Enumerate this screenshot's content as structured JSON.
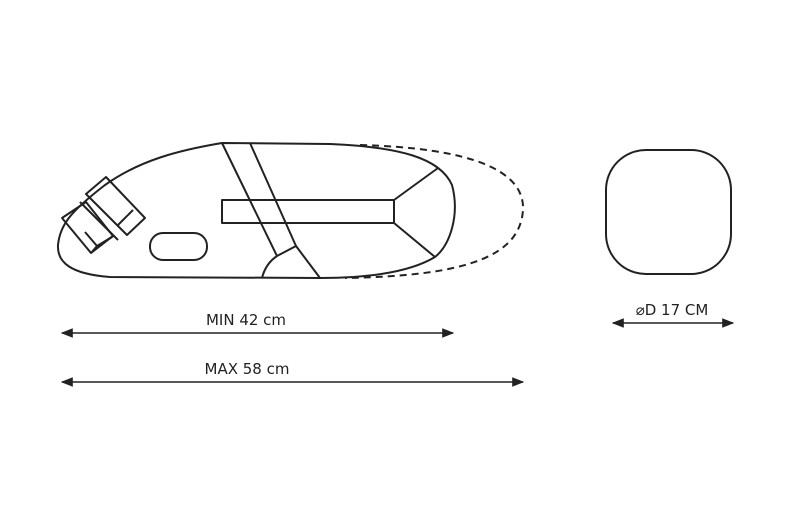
{
  "labels": {
    "min_length": "MIN 42 cm",
    "max_length": "MAX 58 cm",
    "diameter": "⌀D 17 CM"
  },
  "colors": {
    "stroke": "#222222",
    "background": "#ffffff"
  }
}
